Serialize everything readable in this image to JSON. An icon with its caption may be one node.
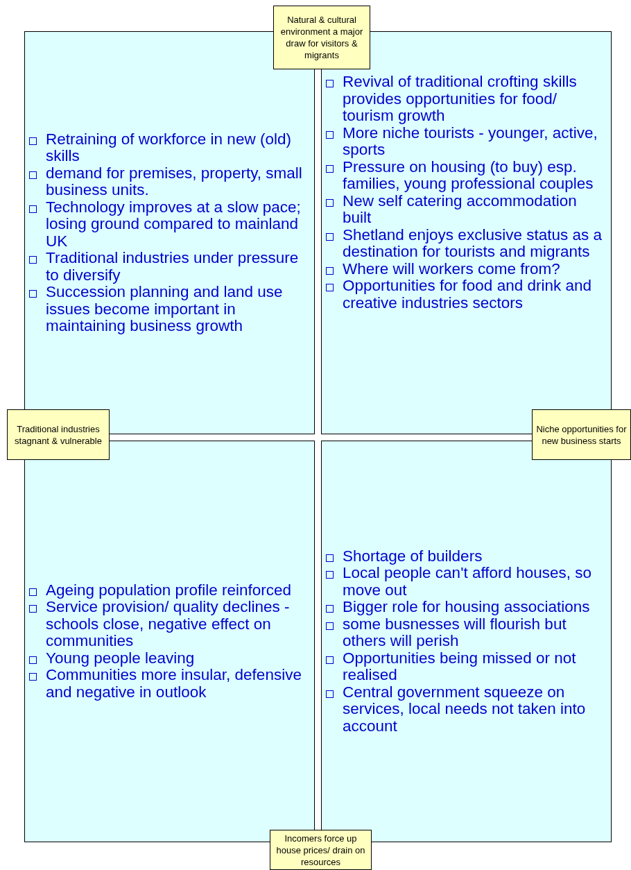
{
  "diagram": {
    "nodes": [
      {
        "text": [
          "Natural & cultural environment a major draw for visitors & migrants"
        ]
      },
      {
        "text": [
          "Retraining of workforce in new (old) skills",
          "demand for premises, property, small business units.",
          "Technology improves at a slow pace; losing ground compared to mainland UK",
          "Traditional industries under pressure to diversify",
          "Succession planning and land use issues become important in maintaining business growth"
        ]
      },
      {
        "text": [
          "Revival of traditional crofting skills provides opportunities for food/ tourism growth",
          "More niche tourists - younger, active, sports",
          "Pressure on housing (to buy) esp. families, young professional couples",
          "New self catering accommodation built",
          "Shetland enjoys exclusive status as a destination for tourists and migrants",
          "Where will workers come from?",
          "Opportunities for food and drink and creative industries sectors"
        ]
      },
      {
        "text": [
          "Traditional industries stagnant & vulnerable"
        ]
      },
      {
        "text": [
          "Niche opportunities for new business starts"
        ]
      },
      {
        "text": [
          "Ageing population profile reinforced",
          "Service provision/ quality declines - schools close, negative effect on communities",
          "Young people leaving",
          "Communities more insular, defensive and negative in outlook"
        ]
      },
      {
        "text": [
          "Shortage of builders",
          "Local people can't afford houses, so move out",
          "Bigger role for housing associations",
          "some busnesses will flourish but others will perish",
          "Opportunities being missed or not realised",
          "Central government squeeze on services, local needs not taken into account"
        ]
      },
      {
        "text": [
          "Incomers force up house prices/ drain on resources"
        ]
      }
    ]
  }
}
